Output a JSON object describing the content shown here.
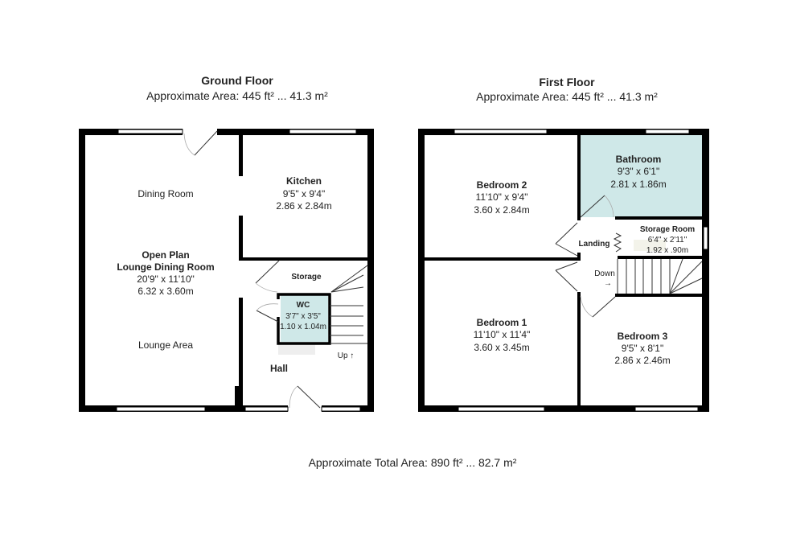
{
  "ground_floor": {
    "title": "Ground Floor",
    "area": "Approximate Area: 445 ft² ... 41.3 m²",
    "rooms": {
      "dining": {
        "label": "Dining Room"
      },
      "kitchen": {
        "name": "Kitchen",
        "imperial": "9'5\" x 9'4\"",
        "metric": "2.86 x 2.84m"
      },
      "open_plan": {
        "name_line1": "Open Plan",
        "name_line2": "Lounge Dining Room",
        "imperial": "20'9\" x 11'10\"",
        "metric": "6.32 x 3.60m"
      },
      "storage": {
        "name": "Storage"
      },
      "wc": {
        "name": "WC",
        "imperial": "3'7\" x 3'5\"",
        "metric": "1.10 x 1.04m"
      },
      "lounge": {
        "label": "Lounge Area"
      },
      "hall": {
        "name": "Hall"
      }
    },
    "stairs_label": "Up ↑"
  },
  "first_floor": {
    "title": "First Floor",
    "area": "Approximate Area: 445 ft² ... 41.3 m²",
    "rooms": {
      "bedroom2": {
        "name": "Bedroom 2",
        "imperial": "11'10\" x 9'4\"",
        "metric": "3.60 x 2.84m"
      },
      "bathroom": {
        "name": "Bathroom",
        "imperial": "9'3\" x 6'1\"",
        "metric": "2.81 x 1.86m"
      },
      "landing": {
        "name": "Landing"
      },
      "storage_room": {
        "name": "Storage Room",
        "imperial": "6'4\" x 2'11\"",
        "metric": "1.92 x .90m"
      },
      "bedroom1": {
        "name": "Bedroom 1",
        "imperial": "11'10\" x 11'4\"",
        "metric": "3.60 x 3.45m"
      },
      "bedroom3": {
        "name": "Bedroom 3",
        "imperial": "9'5\" x 8'1\"",
        "metric": "2.86 x 2.46m"
      }
    },
    "stairs_label": "Down",
    "stairs_arrow": "→"
  },
  "total_area": "Approximate Total Area: 890 ft² ... 82.7 m²",
  "colors": {
    "wet_room": "#cfe8e8",
    "wall": "#000000"
  }
}
